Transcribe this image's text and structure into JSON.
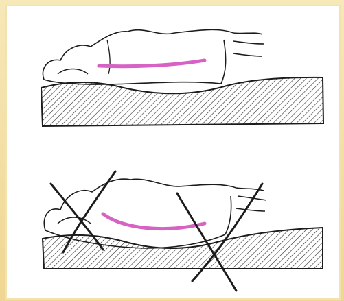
{
  "colors": {
    "frame_gold": "#f1dca0",
    "frame_light": "#fbf2d2",
    "paper": "#ffffff",
    "ink": "#1b1b1b",
    "spine_pink": "#d663c4"
  },
  "panels": [
    {
      "mattress": "firm",
      "spine": "straight",
      "crossed_out": false
    },
    {
      "mattress": "soft",
      "spine": "curved",
      "crossed_out": true
    }
  ],
  "icons": {
    "correct": "person-lying-icon",
    "incorrect": "cross-out-icon"
  }
}
